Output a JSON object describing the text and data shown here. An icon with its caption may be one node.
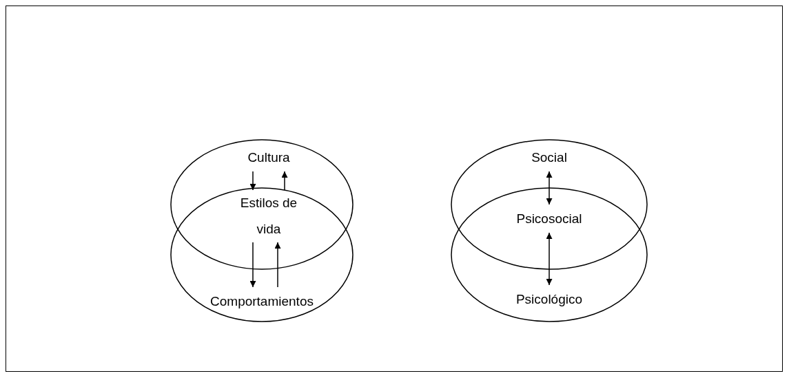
{
  "diagram": {
    "nodes": [
      {
        "text": [],
        "shape": "circle"
      },
      {
        "text": [],
        "shape": "circle"
      },
      {
        "text": [],
        "shape": "circle"
      },
      {
        "text": [],
        "shape": "circle"
      },
      {
        "text": [
          "Cultura"
        ],
        "in": 0
      },
      {
        "text": [
          "Estilos de vida"
        ]
      },
      {
        "text": [
          "Comportamientos"
        ],
        "in": 1
      },
      {
        "text": [
          "Social"
        ],
        "in": 2
      },
      {
        "text": [
          "Psicosocial"
        ]
      },
      {
        "text": [
          "Psicológico"
        ],
        "in": 3
      }
    ],
    "edges": [
      {
        "from": 4,
        "to": 5,
        "arrow": "to"
      },
      {
        "from": 5,
        "to": 4,
        "arrow": "to"
      },
      {
        "from": 5,
        "to": 6,
        "arrow": "to"
      },
      {
        "from": 6,
        "to": 5,
        "arrow": "to"
      },
      {
        "from": 7,
        "to": 8,
        "arrow": "both"
      },
      {
        "from": 8,
        "to": 9,
        "arrow": "both"
      }
    ]
  }
}
